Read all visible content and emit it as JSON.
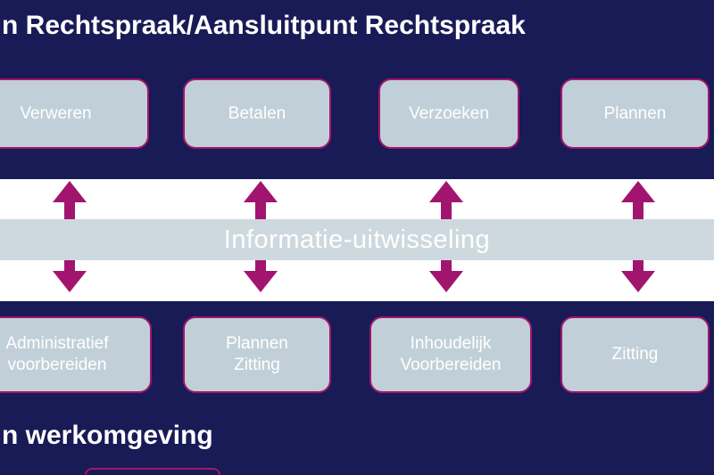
{
  "top_band": {
    "title": "n Rechtspraak/Aansluitpunt Rechtspraak",
    "boxes": [
      "Verweren",
      "Betalen",
      "Verzoeken",
      "Plannen"
    ]
  },
  "middle": {
    "label": "Informatie-uitwisseling"
  },
  "bottom_band": {
    "boxes": [
      "Administratief\nvoorbereiden",
      "Plannen\nZitting",
      "Inhoudelijk\nVoorbereiden",
      "Zitting"
    ],
    "title": "n werkomgeving"
  },
  "colors": {
    "navy": "#181b55",
    "box_fill": "#c1d0d8",
    "band_fill": "#cdd9de",
    "accent_magenta": "#a2156f",
    "text": "#ffffff"
  }
}
